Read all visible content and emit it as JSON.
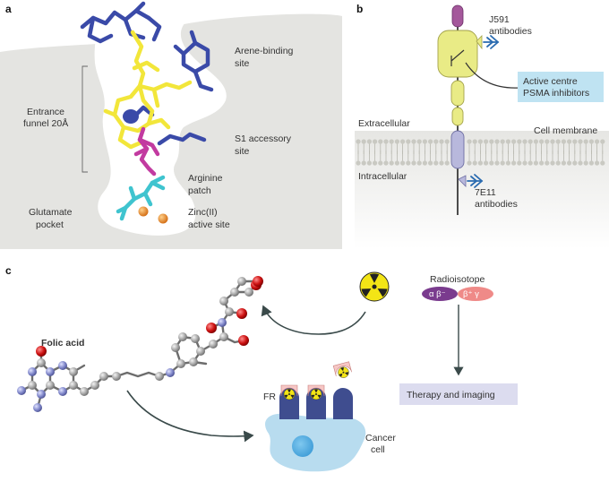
{
  "panel_a": {
    "label": "a",
    "arene": [
      "Arene-binding",
      "site"
    ],
    "entrance": [
      "Entrance",
      "funnel 20Å"
    ],
    "s1": [
      "S1 accessory",
      "site"
    ],
    "arginine": [
      "Arginine",
      "patch"
    ],
    "glutamate": [
      "Glutamate",
      "pocket"
    ],
    "zinc": [
      "Zinc(II)",
      "active site"
    ]
  },
  "panel_b": {
    "label": "b",
    "j591": [
      "J591",
      "antibodies"
    ],
    "inhibitors": [
      "Active centre",
      "PSMA inhibitors"
    ],
    "extracellular": "Extracellular",
    "cell_membrane": "Cell membrane",
    "intracellular": "Intracellular",
    "e711": [
      "7E11",
      "antibodies"
    ]
  },
  "panel_c": {
    "label": "c",
    "folic_acid": "Folic acid",
    "radioisotope": "Radioisotope",
    "alpha_beta": "α  β⁻",
    "beta_gamma": "β⁺  γ",
    "therapy": "Therapy and imaging",
    "fr": "FR",
    "cancer_cell": [
      "Cancer",
      "cell"
    ]
  },
  "colors": {
    "gray_region": "#e4e4e1",
    "ligand_blue": "#3a4aa8",
    "ligand_yellow": "#f2e63a",
    "ligand_magenta": "#c23aa0",
    "ligand_cyan": "#3fc4cf",
    "zinc": "#e88a1e",
    "psma_yellow": "#e9eb86",
    "psma_purple": "#a4589b",
    "psma_lavender": "#b8b8dc",
    "antibody": "#2a6bb0",
    "callout": "#bfe3f2",
    "radio": "#f3e516",
    "alpha_fill": "#7a3b8e",
    "beta_fill": "#ef8a88",
    "therapy_box": "#dcdcef",
    "receptor": "#3f4d8f",
    "cell": "#b8dcef",
    "atom_red": "#cc1111",
    "atom_grey": "#9a9a9a",
    "atom_blue": "#7f86c9"
  }
}
